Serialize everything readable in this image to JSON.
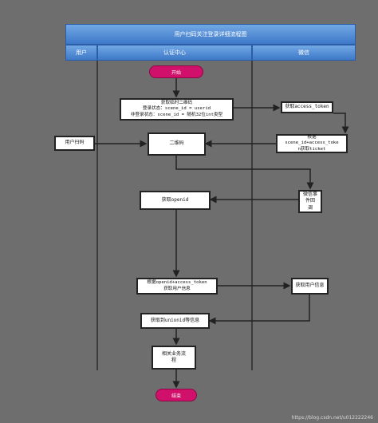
{
  "title": "用户扫码关注登录详细流程图",
  "lanes": {
    "user": "用户",
    "auth": "认证中心",
    "wechat": "微信"
  },
  "start": "开始",
  "end": "结束",
  "nodes": {
    "temp_qr": {
      "line1": "获取临时二维码",
      "line2": "登录状态：scene_id = userid",
      "line3": "非登录状态：scene_id = 随机32位int类型"
    },
    "access_token": "获取access_token",
    "user_scan": "用户扫码",
    "qr_code": "二维码",
    "ticket": {
      "line1": "根据",
      "line2": "scene_id+access_toke",
      "line3": "n获取ticket"
    },
    "event_callback": {
      "line1": "微信事件回",
      "line2": "调"
    },
    "get_openid": "获取openid",
    "get_userinfo_auth": {
      "line1": "根据openid+access_token",
      "line2": "获取用户信息"
    },
    "get_userinfo_wechat": "获取用户信息",
    "get_unionid": "获取到unionid等信息",
    "business": {
      "line1": "相关业务流",
      "line2": "程"
    }
  },
  "watermark": "https://blog.csdn.net/u012222246",
  "colors": {
    "background": "#6e6e6e",
    "header_blue": "#4a88d8",
    "terminal": "#d0106a",
    "edge": "#222222"
  }
}
